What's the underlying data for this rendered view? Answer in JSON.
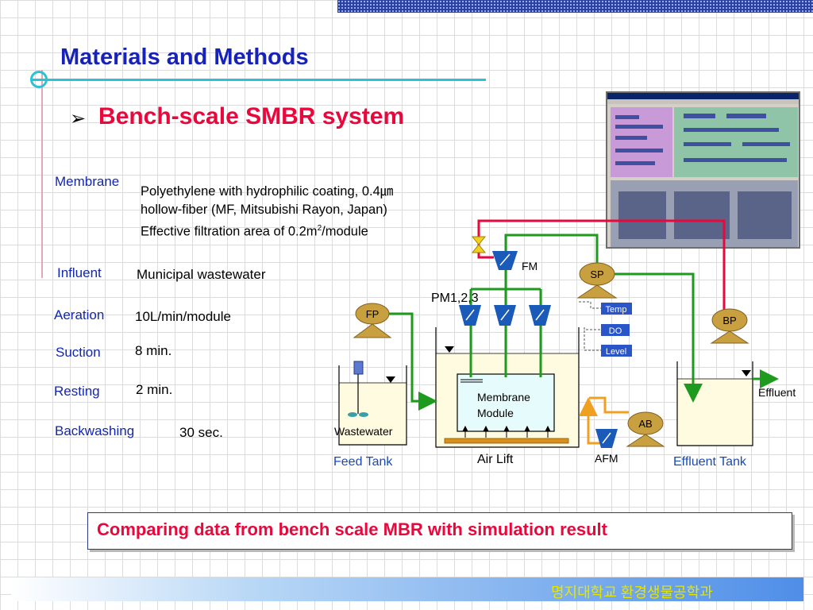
{
  "header": {
    "title": "Materials and Methods",
    "bullet": "➢",
    "subtitle": "Bench-scale SMBR system"
  },
  "params": {
    "membrane_label": "Membrane",
    "membrane_lines": [
      "Polyethylene with hydrophilic coating, 0.4㎛",
      "hollow-fiber (MF, Mitsubishi Rayon, Japan)",
      "Effective filtration area of 0.2m"
    ],
    "membrane_area_sup": "2",
    "membrane_area_unit": "/module",
    "influent_label": "Influent",
    "influent_value": "Municipal wastewater",
    "aeration_label": "Aeration",
    "aeration_value": "10L/min/module",
    "suction_label": "Suction",
    "suction_value": "8 min.",
    "resting_label": "Resting",
    "resting_value": "2 min.",
    "backwashing_label": "Backwashing",
    "backwashing_value": "30 sec."
  },
  "diagram": {
    "fm": "FM",
    "sp": "SP",
    "pm": "PM1,2,3",
    "fp": "FP",
    "bp": "BP",
    "temp": "Temp",
    "do": "DO",
    "level": "Level",
    "membrane_module_1": "Membrane",
    "membrane_module_2": "Module",
    "wastewater": "Wastewater",
    "feed_tank": "Feed Tank",
    "air_lift": "Air Lift",
    "ab": "AB",
    "afm": "AFM",
    "effluent_tank": "Effluent Tank",
    "effluent": "Effluent"
  },
  "conclusion": "Comparing data from bench scale MBR with simulation result",
  "footer": "명지대학교 환경생물공학과",
  "colors": {
    "title": "#1722b8",
    "subtitle": "#e8083c",
    "pipe_green": "#1e9a1e",
    "pipe_red": "#e8083c",
    "pipe_orange": "#f0a020",
    "pump": "#c8a040",
    "meter": "#1a5ab8"
  }
}
